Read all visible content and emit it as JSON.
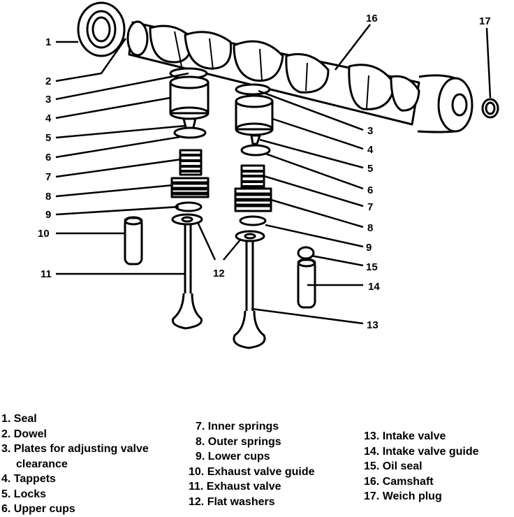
{
  "diagram": {
    "callouts": {
      "n1": "1",
      "n2": "2",
      "n3": "3",
      "n4": "4",
      "n5": "5",
      "n6": "6",
      "n7": "7",
      "n8": "8",
      "n9": "9",
      "n10": "10",
      "n11": "11",
      "n12": "12",
      "n13": "13",
      "n14": "14",
      "n15": "15",
      "n16": "16",
      "n17": "17"
    }
  },
  "legend": {
    "col1": [
      "1. Seal",
      "2. Dowel",
      "3. Plates for adjusting valve",
      "clearance",
      "4. Tappets",
      "5. Locks",
      "6. Upper cups"
    ],
    "col2": [
      "7. Inner springs",
      "8. Outer springs",
      "9. Lower cups",
      "10. Exhaust valve guide",
      "11. Exhaust valve",
      "12. Flat washers"
    ],
    "col3": [
      "13. Intake valve",
      "14. Intake valve guide",
      "15. Oil seal",
      "16. Camshaft",
      "17. Weich plug"
    ]
  }
}
